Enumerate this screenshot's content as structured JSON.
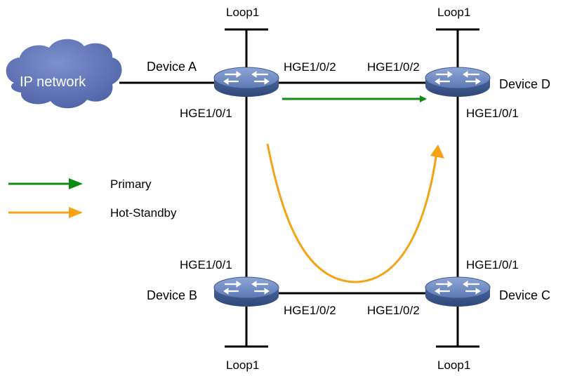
{
  "cloud": {
    "label": "IP network"
  },
  "devices": {
    "a": {
      "name": "Device A",
      "loop": "Loop1"
    },
    "b": {
      "name": "Device B",
      "loop": "Loop1"
    },
    "c": {
      "name": "Device C",
      "loop": "Loop1"
    },
    "d": {
      "name": "Device D",
      "loop": "Loop1"
    }
  },
  "interfaces": {
    "a_top": "HGE1/0/2",
    "d_top": "HGE1/0/2",
    "a_down": "HGE1/0/1",
    "d_down": "HGE1/0/1",
    "b_up": "HGE1/0/1",
    "c_up": "HGE1/0/1",
    "b_right": "HGE1/0/2",
    "c_left": "HGE1/0/2"
  },
  "legend": {
    "primary": {
      "label": "Primary",
      "color": "#118a11"
    },
    "standby": {
      "label": "Hot-Standby",
      "color": "#f5a315"
    }
  },
  "colors": {
    "device_fill": "#5e78ad",
    "cloud_fill": "#5a6fb0",
    "link": "#000000"
  }
}
